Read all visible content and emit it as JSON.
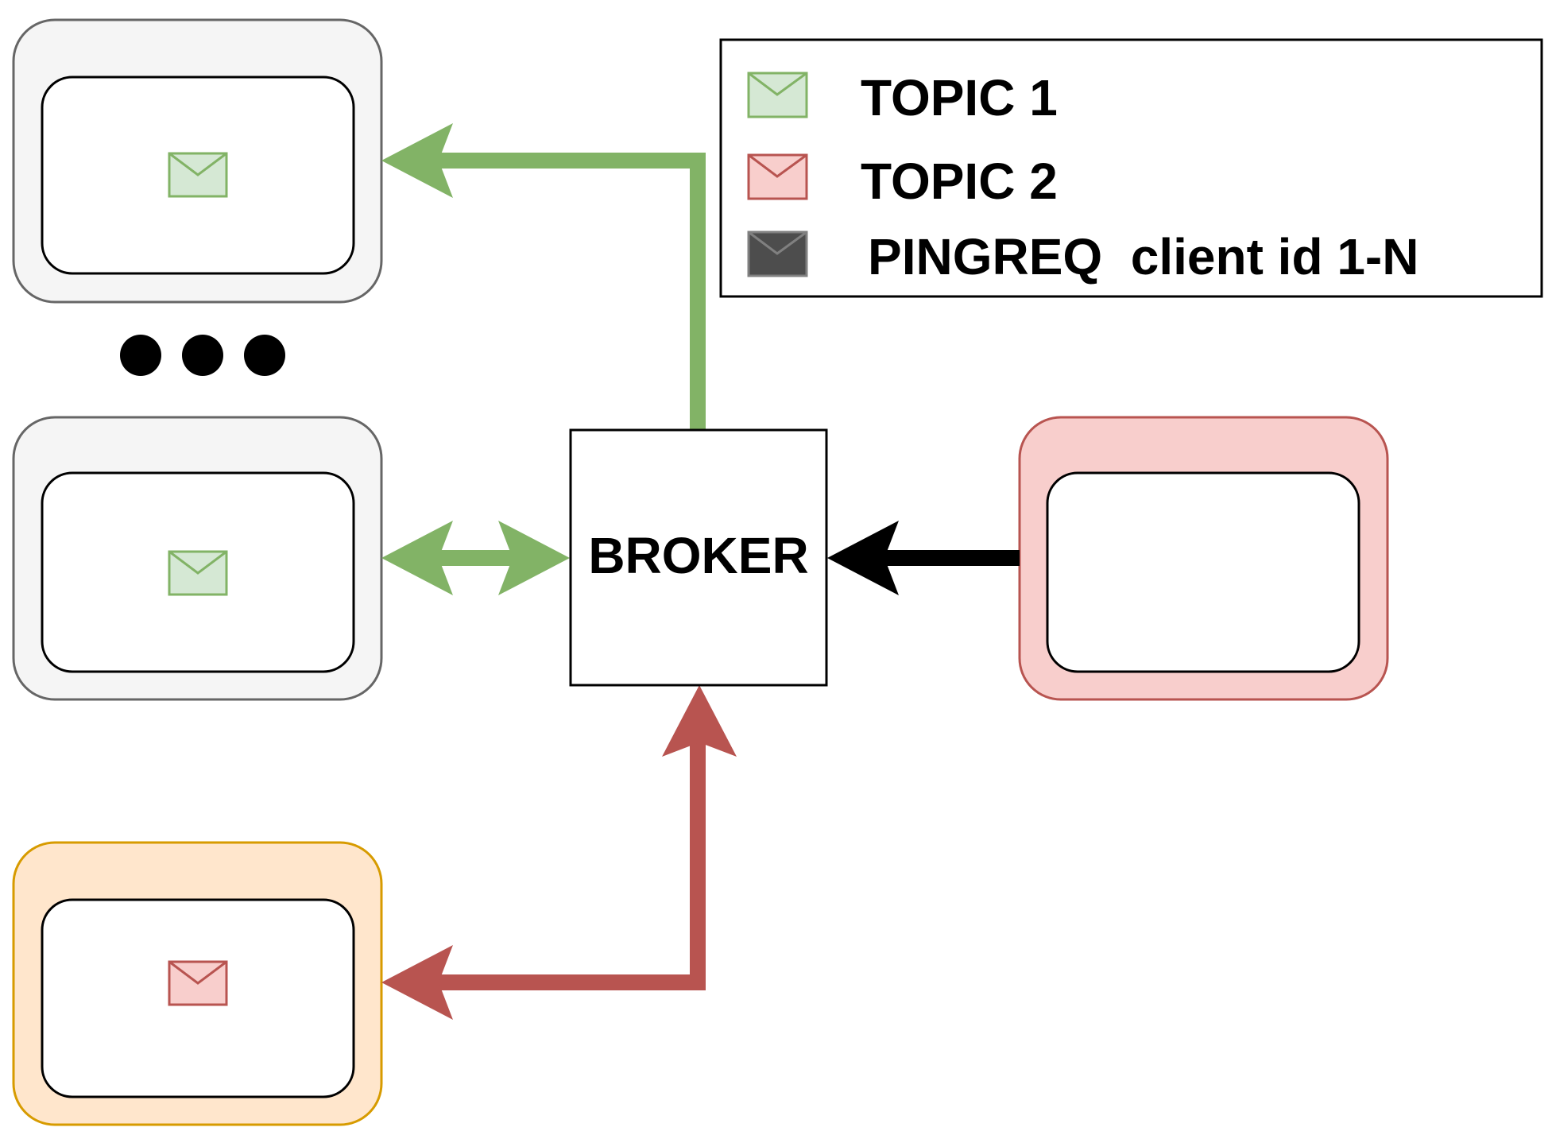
{
  "broker": {
    "label": "BROKER"
  },
  "legend": {
    "items": [
      {
        "label": "TOPIC 1",
        "fill": "#d5e8d4",
        "stroke": "#82b366"
      },
      {
        "label": "TOPIC 2",
        "fill": "#f8cecc",
        "stroke": "#b85450"
      },
      {
        "label": "PINGREQ  client id 1-N",
        "fill": "#4d4d4d",
        "stroke": "#808080"
      }
    ]
  },
  "colors": {
    "topic1": "#82b366",
    "topic2": "#b85450",
    "client_gray_fill": "#f5f5f5",
    "client_gray_stroke": "#666666",
    "client_red_fill": "#f8cecc",
    "client_red_stroke": "#b85450",
    "client_orange_fill": "#ffe6cc",
    "client_orange_stroke": "#d79b00",
    "ping": "#000000"
  },
  "icons": {
    "message": "envelope-icon",
    "ellipsis": "ellipsis-dots"
  }
}
